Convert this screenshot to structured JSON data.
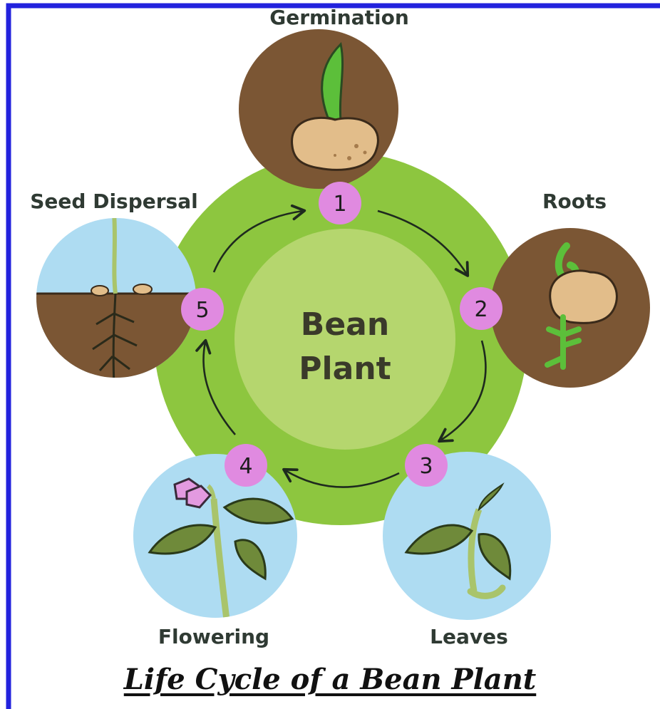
{
  "title": "Life Cycle of a Bean Plant",
  "center_label_line1": "Bean",
  "center_label_line2": "Plant",
  "colors": {
    "border": "#2222dd",
    "outer_ring": "#8dc63f",
    "inner_disc": "#b5d66e",
    "soil": "#7b5634",
    "sky": "#aedcf2",
    "number_badge": "#e08ae0"
  },
  "stages": [
    {
      "number": "1",
      "label": "Germination",
      "icon": "bean-sprouting-icon"
    },
    {
      "number": "2",
      "label": "Roots",
      "icon": "bean-roots-icon"
    },
    {
      "number": "3",
      "label": "Leaves",
      "icon": "seedling-leaves-icon"
    },
    {
      "number": "4",
      "label": "Flowering",
      "icon": "flowering-plant-icon"
    },
    {
      "number": "5",
      "label": "Seed Dispersal",
      "icon": "seeds-in-soil-icon"
    }
  ]
}
